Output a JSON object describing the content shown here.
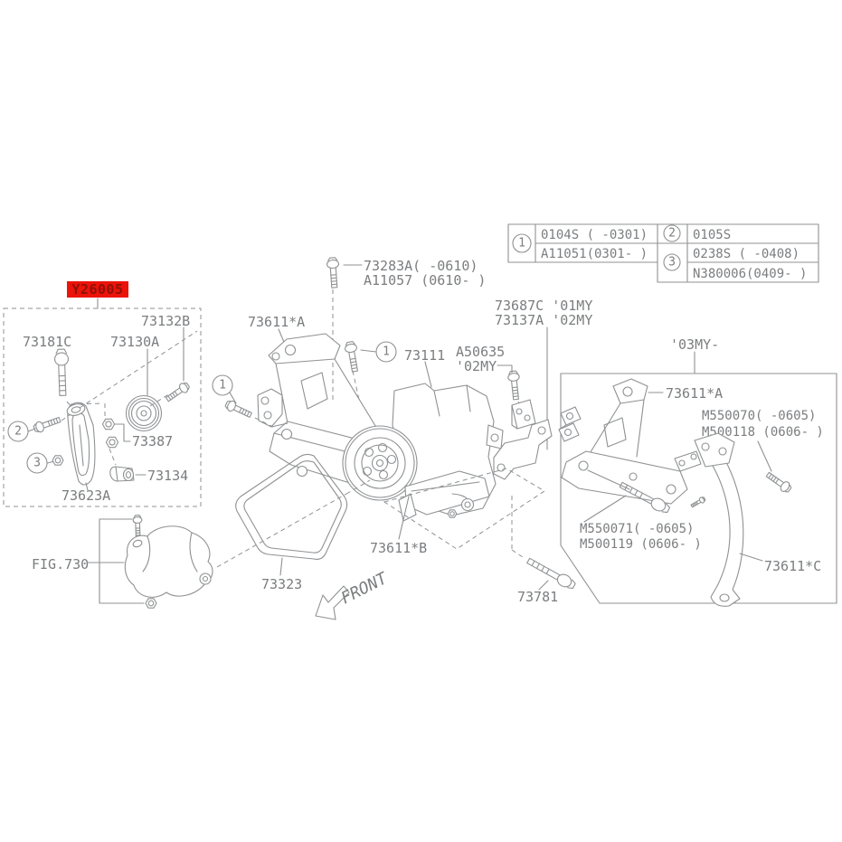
{
  "colors": {
    "line": "#8f9193",
    "text": "#7b7d7f",
    "highlight_bg": "#ec1309",
    "highlight_text": "#8f1007",
    "background": "#ffffff"
  },
  "legend_table": {
    "group1": {
      "marker": "1",
      "row1": "0104S (  -0301)",
      "row2": "A11051(0301-  )"
    },
    "group2": {
      "marker": "2",
      "row1": "0105S"
    },
    "group3": {
      "marker": "3",
      "row1": "0238S  (  -0408)",
      "row2": "N380006(0409-  )"
    }
  },
  "highlight": {
    "part_no": "Y26005"
  },
  "markers": {
    "one": "1",
    "two": "2",
    "three": "3"
  },
  "parts": {
    "p73181c": "73181C",
    "p73130a": "73130A",
    "p73132b": "73132B",
    "p73387": "73387",
    "p73134": "73134",
    "p73623a": "73623A",
    "p73283a": "73283A( -0610)",
    "pa11057": "A11057 (0610-  )",
    "p73611a_left": "73611*A",
    "p73111": "73111",
    "pa50635": "A50635",
    "pa50635_my": "'02MY",
    "p73687c": "73687C '01MY",
    "p73137a": "73137A '02MY",
    "p03my": "'03MY-",
    "p73611a_right": "73611*A",
    "pm550070": "M550070( -0605)",
    "pm500118": "M500118 (0606- )",
    "pm550071": "M550071( -0605)",
    "pm500119": "M500119 (0606- )",
    "p73611c": "73611*C",
    "p73611b": "73611*B",
    "p73781": "73781",
    "p73323": "73323",
    "pfig730": "FIG.730",
    "pfront": "FRONT"
  }
}
